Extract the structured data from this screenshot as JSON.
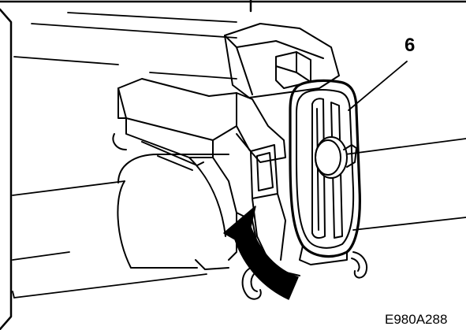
{
  "diagram": {
    "part_callout": "6",
    "figure_code": "E980A288",
    "arrow_meaning": "rotate-clip-upward"
  },
  "colors": {
    "line": "#000000",
    "arrow_fill": "#000000",
    "background": "#ffffff"
  }
}
